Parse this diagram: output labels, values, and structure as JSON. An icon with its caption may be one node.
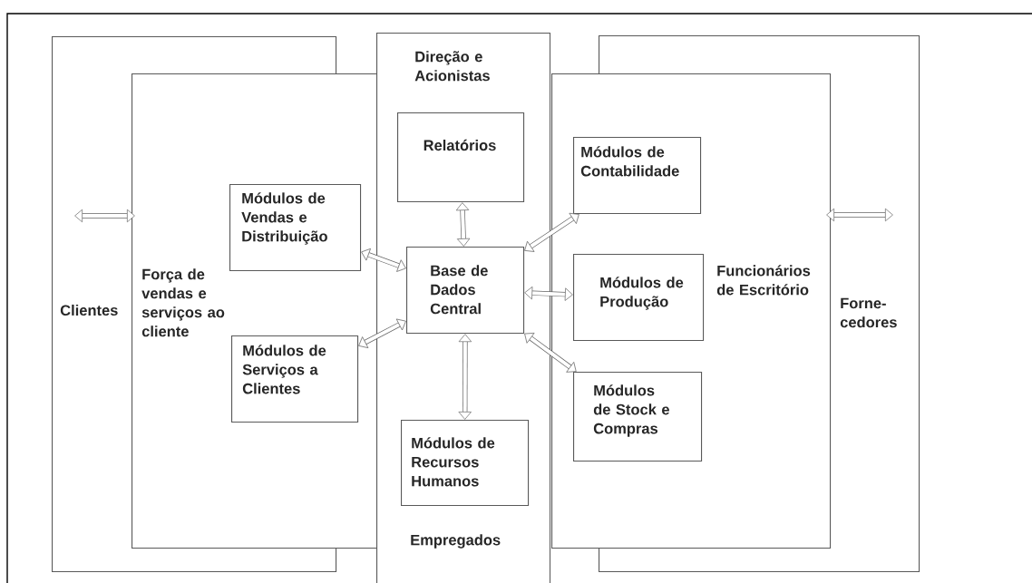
{
  "diagram": {
    "nodes": [
      {
        "text": [
          "Clientes"
        ]
      },
      {
        "text": [
          "Força de vendas e serviços ao cliente"
        ]
      },
      {
        "text": [
          "Módulos de Vendas e Distribuição"
        ],
        "in": 1
      },
      {
        "text": [
          "Módulos de Serviços a Clientes"
        ],
        "in": 1
      },
      {
        "text": [
          "Direção e Acionistas",
          "Empregados"
        ]
      },
      {
        "text": [
          "Relatórios"
        ],
        "in": 4
      },
      {
        "text": [
          "Base de Dados Central"
        ],
        "in": 4
      },
      {
        "text": [
          "Módulos de Recursos Humanos"
        ],
        "in": 4
      },
      {
        "text": [
          "Funcionários de Escritório"
        ]
      },
      {
        "text": [
          "Módulos de Contabilidade"
        ],
        "in": 8
      },
      {
        "text": [
          "Módulos de Produção"
        ],
        "in": 8
      },
      {
        "text": [
          "Módulos de Stock e Compras"
        ],
        "in": 8
      },
      {
        "text": [
          "Forne- cedores"
        ]
      }
    ],
    "edges": [
      {
        "from": 0,
        "to": 1,
        "arrow": "both"
      },
      {
        "from": 6,
        "to": 2,
        "arrow": "both"
      },
      {
        "from": 6,
        "to": 3,
        "arrow": "both"
      },
      {
        "from": 6,
        "to": 5,
        "arrow": "both"
      },
      {
        "from": 6,
        "to": 7,
        "arrow": "both"
      },
      {
        "from": 6,
        "to": 9,
        "arrow": "both"
      },
      {
        "from": 6,
        "to": 10,
        "arrow": "both"
      },
      {
        "from": 6,
        "to": 11,
        "arrow": "both"
      },
      {
        "from": 8,
        "to": 12,
        "arrow": "both"
      }
    ]
  }
}
